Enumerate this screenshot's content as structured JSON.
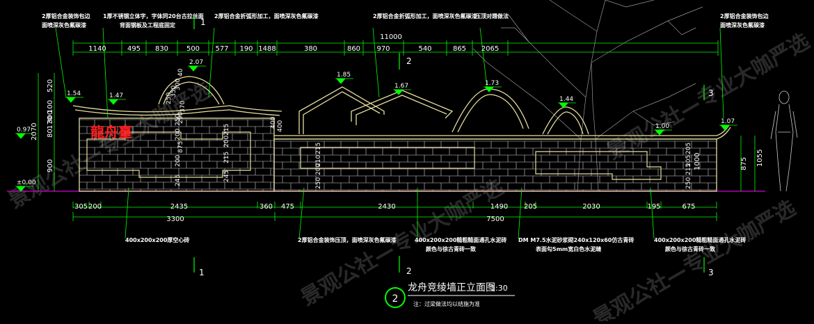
{
  "drawing": {
    "title": "龙舟竞绫墙正立面图",
    "scale": "1:30",
    "number": "2",
    "note": "注：过梁做法均以结施为准",
    "watermark": "景观公社—专业大咖严选"
  },
  "sign_text": "龍舟臺",
  "colors": {
    "background": "#000000",
    "outline": "#e8e0a0",
    "brick": "#ffffff",
    "dimension": "#00ff00",
    "leader": "#00ff00",
    "level_marker": "#00ff00",
    "grade_line": "#b000b0",
    "sign": "#ff2020",
    "tree": "#aaaaaa"
  },
  "top_annotations": [
    "2厚铝合金装饰包边\n面喷深灰色氟碳漆",
    "1厚不锈钢立体字，字体同20台古拉丝面\n背面钢板及工程底固定",
    "2厚铝合金折弧形加工，面喷深灰色氟碳漆",
    "2厚铝合金折弧形加工，面喷深灰色氟碳漆",
    "压顶对翘做法",
    "2厚铝合金装饰包边\n面喷深灰色氟碳漆"
  ],
  "bottom_annotations": [
    "400x200x200厚空心砖",
    "2厚铝合金装饰压顶，面喷深灰色氟碳漆",
    "400x200x200糙粗糙面通孔水泥砖\n颜色与徐古青砖一致",
    "DM M7.5水泥砂浆砌240x120x60仿古青砖\n表面勾5mm宽白色水泥缝",
    "400x200x200糙粗糙面通孔水泥砖\n颜色与徐古青砖一致"
  ],
  "top_dimensions": {
    "overall": "11000",
    "segments": [
      "1140",
      "495",
      "830",
      "500",
      "577",
      "190",
      "1488",
      "380",
      "860",
      "970",
      "540",
      "865",
      "2065"
    ]
  },
  "bottom_dimensions": {
    "row1": [
      "305",
      "200",
      "2435",
      "360",
      "475",
      "2430",
      "1490",
      "205",
      "2030",
      "195",
      "675"
    ],
    "left_total": "3300",
    "right_total": "7500"
  },
  "left_dimensions": {
    "outer": [
      "2070"
    ],
    "inner": [
      "520",
      "100",
      "300",
      "170",
      "80",
      "900"
    ]
  },
  "right_dimensions": [
    "1000",
    "875",
    "1055"
  ],
  "wall_inner_dims": {
    "left": [
      "250",
      "400",
      "875",
      "200",
      "215",
      "245",
      "200",
      "200",
      "245",
      "215"
    ],
    "right": [
      "215",
      "210",
      "200",
      "250",
      "205",
      "205",
      "215",
      "250"
    ]
  },
  "roof_dims": [
    "250",
    "350",
    "300",
    "40",
    "290",
    "400",
    "370"
  ],
  "levels": {
    "left": [
      "0.97",
      "±0.00"
    ],
    "on_wall": [
      "1.54",
      "1.47",
      "2.07",
      "1.85",
      "1.67",
      "1.73",
      "1.44",
      "1.00",
      "1.07"
    ]
  },
  "section_markers": [
    "1",
    "2",
    "3"
  ]
}
